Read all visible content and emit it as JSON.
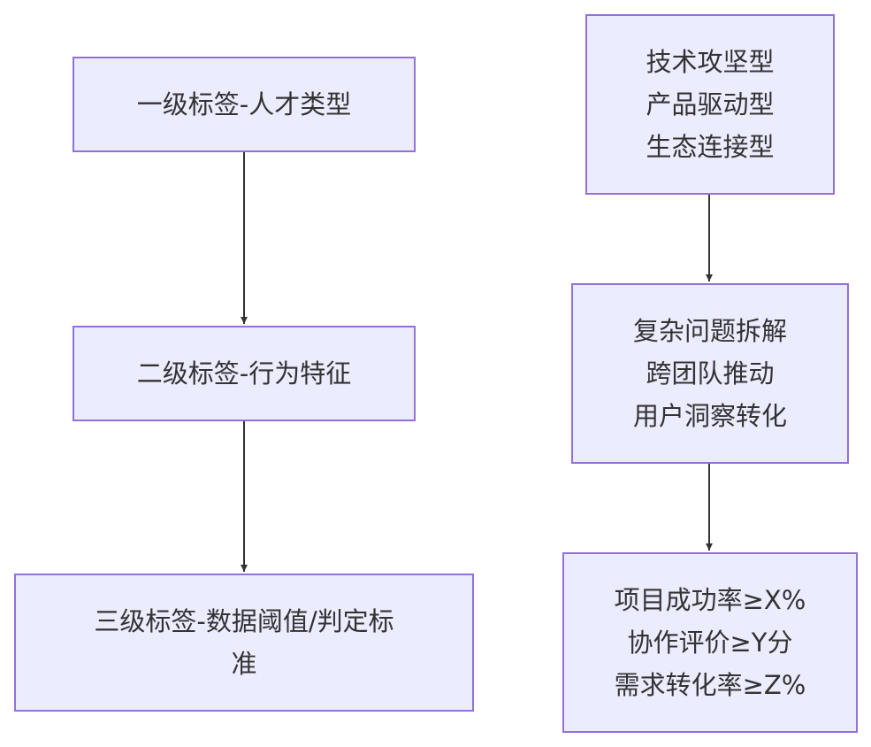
{
  "colors": {
    "node_fill": "#ECECFF",
    "node_border": "#9370DB",
    "edge": "#333333",
    "text": "#333333"
  },
  "left_chain": {
    "level1": {
      "label": "一级标签-人才类型"
    },
    "level2": {
      "label": "二级标签-行为特征"
    },
    "level3": {
      "lines": [
        "三级标签-数据阈值/判定标",
        "准"
      ]
    }
  },
  "right_chain": {
    "types": {
      "lines": [
        "技术攻坚型",
        "产品驱动型",
        "生态连接型"
      ]
    },
    "behaviors": {
      "lines": [
        "复杂问题拆解",
        "跨团队推动",
        "用户洞察转化"
      ]
    },
    "thresholds": {
      "lines": [
        "项目成功率≥X%",
        "协作评价≥Y分",
        "需求转化率≥Z%"
      ]
    }
  },
  "edges": [
    {
      "from": "level1",
      "to": "level2"
    },
    {
      "from": "level2",
      "to": "level3"
    },
    {
      "from": "types",
      "to": "behaviors"
    },
    {
      "from": "behaviors",
      "to": "thresholds"
    }
  ]
}
